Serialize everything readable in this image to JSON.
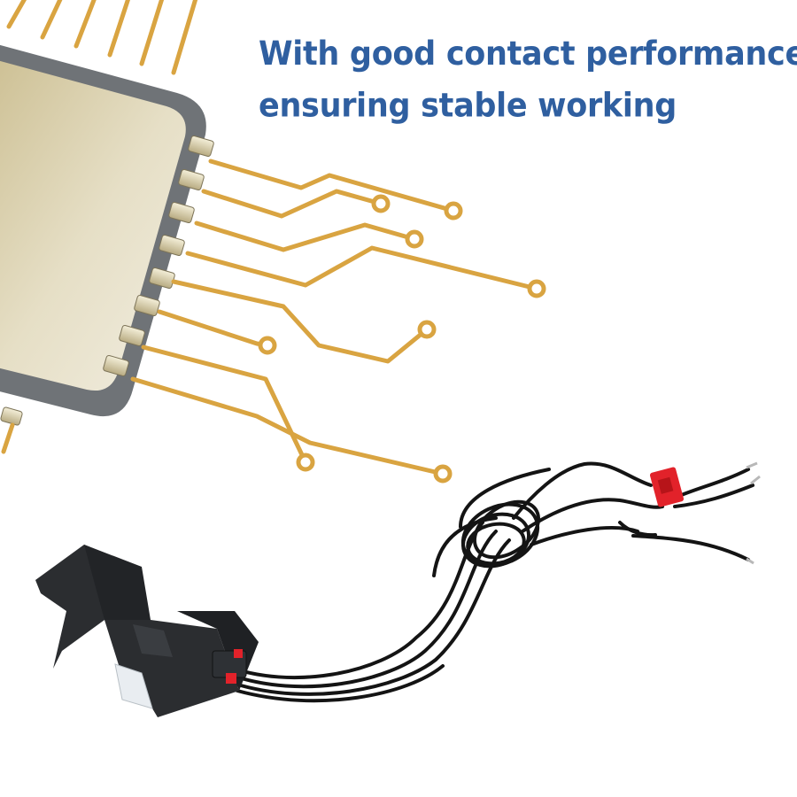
{
  "headline": {
    "line1": "With good contact performance,",
    "line2": "ensuring stable working"
  },
  "colors": {
    "headline_text": "#2f5fa0",
    "trace_gold": "#d9a441",
    "chip_frame": "#6f7377",
    "chip_face": "#d8cfae",
    "sensor_body": "#2b2d30",
    "cable_black": "#141414",
    "connector_red": "#e2222a"
  },
  "image": {
    "chip_illustration": "circuit-chip-illustration",
    "product_photo": "optical-limit-switch-sensor-with-cable"
  }
}
